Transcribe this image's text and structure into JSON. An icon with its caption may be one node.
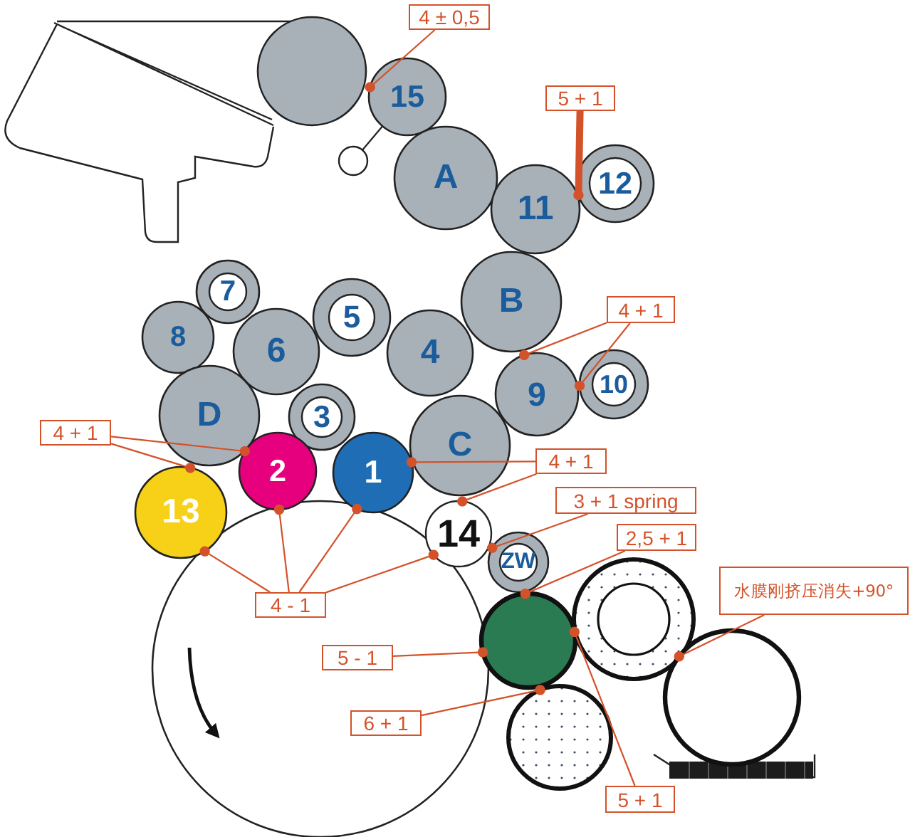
{
  "diagram": {
    "nodes": [
      {
        "text": [],
        "shape": "circle"
      },
      {
        "text": [
          "4 ± 0,5"
        ]
      },
      {
        "text": [
          "15"
        ]
      },
      {
        "text": [],
        "shape": "circle"
      },
      {
        "text": [
          "5 + 1"
        ]
      },
      {
        "text": [
          "A"
        ]
      },
      {
        "text": [
          "11"
        ]
      },
      {
        "text": [
          "12"
        ]
      },
      {
        "text": [
          "B"
        ]
      },
      {
        "text": [
          "7"
        ]
      },
      {
        "text": [
          "5"
        ]
      },
      {
        "text": [
          "4 + 1"
        ]
      },
      {
        "text": [
          "8"
        ]
      },
      {
        "text": [
          "6"
        ]
      },
      {
        "text": [
          "4"
        ]
      },
      {
        "text": [
          "9"
        ]
      },
      {
        "text": [
          "10"
        ]
      },
      {
        "text": [
          "D"
        ]
      },
      {
        "text": [
          "3"
        ]
      },
      {
        "text": [
          "C"
        ]
      },
      {
        "text": [
          "4 + 1"
        ]
      },
      {
        "text": [
          "2"
        ]
      },
      {
        "text": [
          "1"
        ]
      },
      {
        "text": [
          "4 + 1"
        ]
      },
      {
        "text": [
          "13"
        ]
      },
      {
        "text": [
          "14"
        ]
      },
      {
        "text": [
          "3 + 1 spring"
        ]
      },
      {
        "text": [
          "ZW"
        ]
      },
      {
        "text": [
          "2,5 + 1"
        ]
      },
      {
        "text": [],
        "shape": "circle"
      },
      {
        "text": [],
        "shape": "circle"
      },
      {
        "text": [
          "水膜刚挤压消失+90°"
        ]
      },
      {
        "text": [
          "4 - 1"
        ],
        "in": 29
      },
      {
        "text": [],
        "shape": "circle"
      },
      {
        "text": [
          "5 - 1"
        ],
        "in": 29
      },
      {
        "text": [],
        "shape": "circle"
      },
      {
        "text": [
          "6 + 1"
        ],
        "in": 29
      },
      {
        "text": [],
        "shape": "circle"
      },
      {
        "text": [
          "5 + 1"
        ]
      }
    ],
    "edges": [
      {
        "from": 1,
        "to": 2,
        "arrow": "other"
      },
      {
        "from": 4,
        "to": 7,
        "arrow": "other",
        "style": "thick"
      },
      {
        "from": 11,
        "to": 15,
        "arrow": "other"
      },
      {
        "from": 11,
        "to": 16,
        "arrow": "other"
      },
      {
        "from": 20,
        "to": 24,
        "arrow": "other"
      },
      {
        "from": 20,
        "to": 21,
        "arrow": "other"
      },
      {
        "from": 23,
        "to": 22,
        "arrow": "other"
      },
      {
        "from": 23,
        "to": 25,
        "arrow": "other"
      },
      {
        "from": 26,
        "to": 27,
        "arrow": "other"
      },
      {
        "from": 28,
        "to": 33,
        "arrow": "other"
      },
      {
        "from": 31,
        "to": 35,
        "arrow": "other"
      },
      {
        "from": 32,
        "to": 24,
        "arrow": "other"
      },
      {
        "from": 32,
        "to": 21,
        "arrow": "other"
      },
      {
        "from": 32,
        "to": 22,
        "arrow": "other"
      },
      {
        "from": 32,
        "to": 25,
        "arrow": "other"
      },
      {
        "from": 34,
        "to": 33,
        "arrow": "other"
      },
      {
        "from": 36,
        "to": 37,
        "arrow": "other"
      },
      {
        "from": 38,
        "to": 33,
        "arrow": "other"
      },
      {
        "from": 2,
        "to": 3,
        "arrow": "none",
        "color": "#222222"
      }
    ]
  }
}
